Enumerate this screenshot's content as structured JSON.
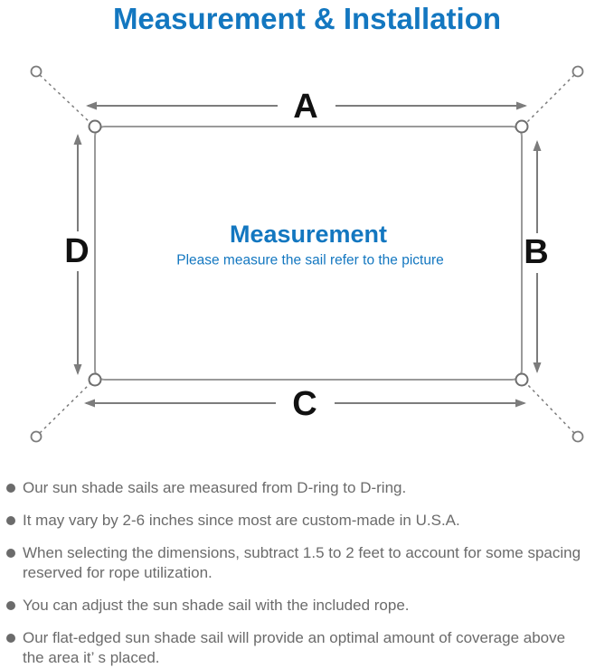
{
  "header": {
    "title": "Measurement & Installation"
  },
  "diagram": {
    "dimension_labels": {
      "top": "A",
      "right": "B",
      "bottom": "C",
      "left": "D"
    },
    "center_title": "Measurement",
    "center_subtitle": "Please measure the sail refer to the picture"
  },
  "notes": {
    "items": [
      "Our sun shade sails are measured from D-ring to D-ring.",
      "It may vary by 2-6 inches since most are custom-made in U.S.A.",
      "When selecting the dimensions, subtract 1.5 to 2 feet to account for some spacing\nreserved for rope utilization.",
      "You can adjust the sun shade sail with the included rope.",
      "Our flat-edged sun shade sail will provide an optimal amount of coverage above\nthe area it’ s placed."
    ]
  },
  "colors": {
    "accent_blue": "#1377c0",
    "line_gray": "#7c7c7c",
    "sail_border_gray": "#9a9a9a",
    "label_black": "#111111",
    "note_text_gray": "#6b6b6b"
  }
}
